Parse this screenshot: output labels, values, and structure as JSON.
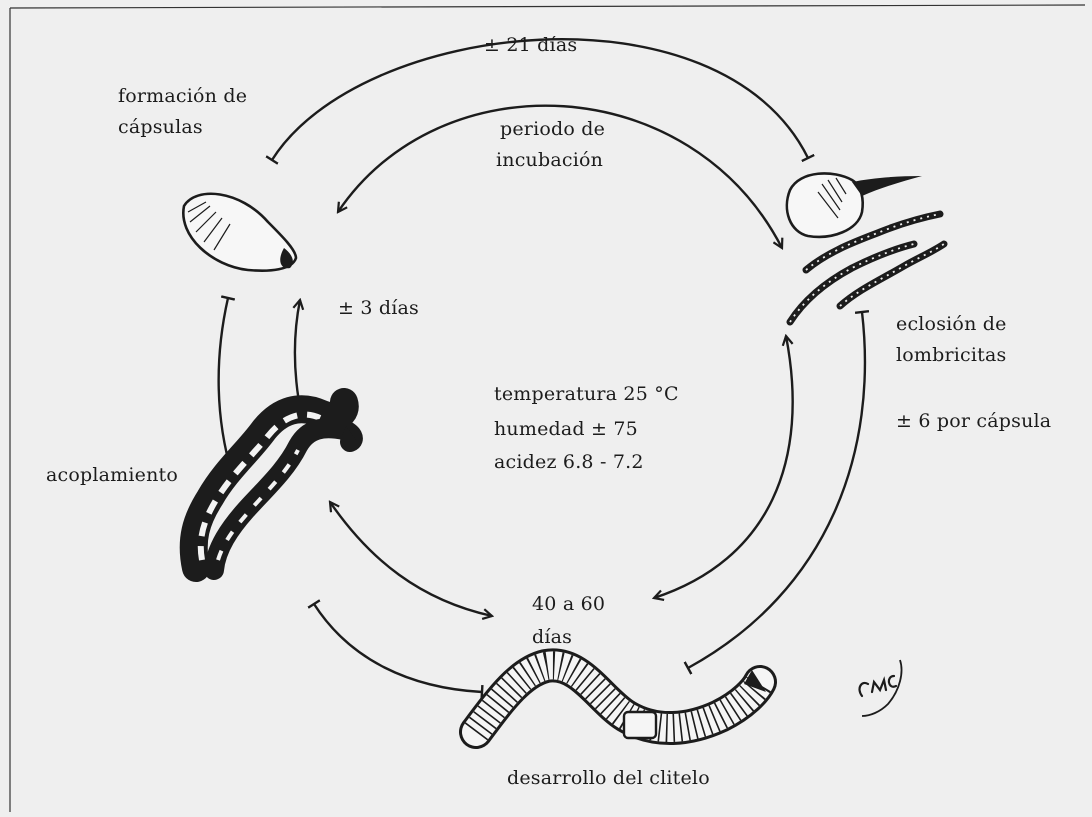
{
  "diagram": {
    "title": "",
    "labels": {
      "top_duration": "± 21 días",
      "capsule_formation_1": "formación de",
      "capsule_formation_2": "cápsulas",
      "incubation_1": "periodo de",
      "incubation_2": "incubación",
      "mating_duration": "± 3 días",
      "hatching_1": "eclosión de",
      "hatching_2": "lombricitas",
      "per_capsule": "± 6 por cápsula",
      "conditions_temperature": "temperatura 25 °C",
      "conditions_humidity": "humedad ± 75",
      "conditions_acidity": "acidez 6.8 - 7.2",
      "mating": "acoplamiento",
      "growth_duration_1": "40 a 60",
      "growth_duration_2": "días",
      "clitellum_development": "desarrollo del clitelo",
      "signature": "CMC"
    },
    "colors": {
      "paper": "#efefef",
      "ink": "#1c1c1c"
    }
  }
}
